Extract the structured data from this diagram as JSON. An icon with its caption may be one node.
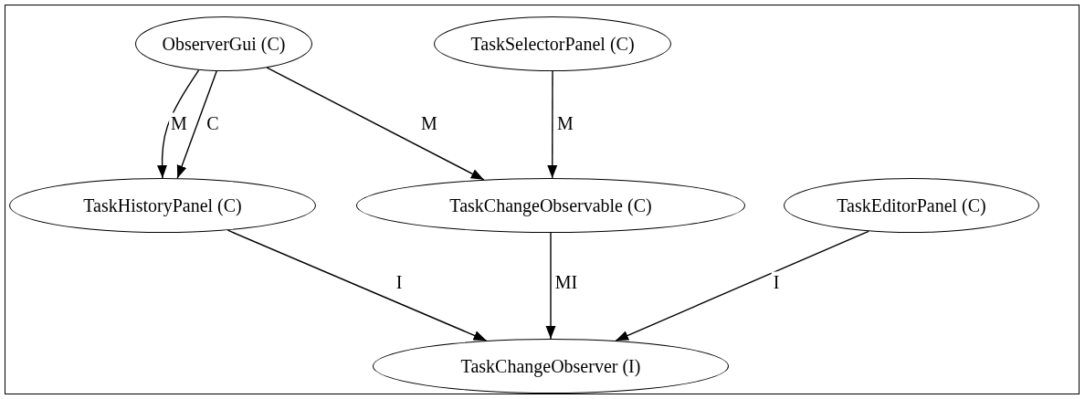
{
  "diagram": {
    "nodes": [
      {
        "text": [
          "ObserverGui (C)"
        ]
      },
      {
        "text": [
          "TaskSelectorPanel (C)"
        ]
      },
      {
        "text": [
          "TaskHistoryPanel (C)"
        ]
      },
      {
        "text": [
          "TaskChangeObservable (C)"
        ]
      },
      {
        "text": [
          "TaskEditorPanel (C)"
        ]
      },
      {
        "text": [
          "TaskChangeObserver (I)"
        ]
      }
    ],
    "edges": [
      {
        "from": 0,
        "to": 2,
        "arrow": "to",
        "label": "M"
      },
      {
        "from": 0,
        "to": 2,
        "arrow": "to",
        "label": "C"
      },
      {
        "from": 0,
        "to": 3,
        "arrow": "to",
        "label": "M"
      },
      {
        "from": 1,
        "to": 3,
        "arrow": "to",
        "label": "M"
      },
      {
        "from": 2,
        "to": 5,
        "arrow": "to",
        "label": "I"
      },
      {
        "from": 3,
        "to": 5,
        "arrow": "to",
        "label": "MI"
      },
      {
        "from": 4,
        "to": 5,
        "arrow": "to",
        "label": "I"
      }
    ]
  }
}
